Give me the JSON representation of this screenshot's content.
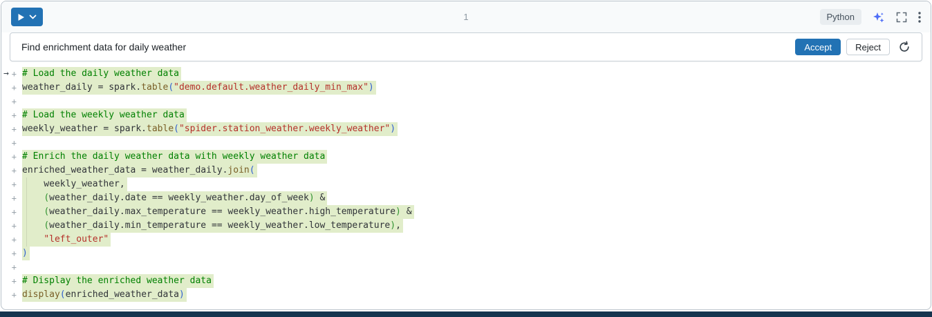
{
  "toolbar": {
    "cell_number": "1",
    "language": "Python"
  },
  "prompt": {
    "text": "Find enrichment data for daily weather",
    "accept_label": "Accept",
    "reject_label": "Reject"
  },
  "colors": {
    "accent_blue": "#2272b4",
    "assistant_sparkle_blue": "#4f6ef7",
    "diff_added_background": "#e1edca",
    "comment_green": "#008000",
    "string_red": "#b5302a",
    "function_brown": "#795e26",
    "bracket_level1_blue": "#3060d0",
    "bracket_level2_green": "#319331",
    "bottom_bar_navy": "#15344e"
  },
  "icons": {
    "run": "play-icon",
    "run_dropdown": "chevron-down-icon",
    "assistant": "sparkle-icon",
    "fullscreen": "expand-icon",
    "menu": "kebab-menu-icon",
    "regenerate": "refresh-icon"
  },
  "code": {
    "lines": [
      {
        "arrow": true,
        "marker": "+",
        "added": true,
        "tokens": [
          [
            "# Load the daily weather data",
            "comment"
          ]
        ]
      },
      {
        "arrow": false,
        "marker": "+",
        "added": true,
        "tokens": [
          [
            "weather_daily = spark.",
            "plain"
          ],
          [
            "table",
            "func"
          ],
          [
            "(",
            "paren1"
          ],
          [
            "\"demo.default.weather_daily_min_max\"",
            "string"
          ],
          [
            ")",
            "paren1"
          ]
        ]
      },
      {
        "arrow": false,
        "marker": "+",
        "added": false,
        "tokens": []
      },
      {
        "arrow": false,
        "marker": "+",
        "added": true,
        "tokens": [
          [
            "# Load the weekly weather data",
            "comment"
          ]
        ]
      },
      {
        "arrow": false,
        "marker": "+",
        "added": true,
        "tokens": [
          [
            "weekly_weather = spark.",
            "plain"
          ],
          [
            "table",
            "func"
          ],
          [
            "(",
            "paren1"
          ],
          [
            "\"spider.station_weather.weekly_weather\"",
            "string"
          ],
          [
            ")",
            "paren1"
          ]
        ]
      },
      {
        "arrow": false,
        "marker": "+",
        "added": false,
        "tokens": []
      },
      {
        "arrow": false,
        "marker": "+",
        "added": true,
        "tokens": [
          [
            "# Enrich the daily weather data with weekly weather data",
            "comment"
          ]
        ]
      },
      {
        "arrow": false,
        "marker": "+",
        "added": true,
        "tokens": [
          [
            "enriched_weather_data = weather_daily.",
            "plain"
          ],
          [
            "join",
            "func"
          ],
          [
            "(",
            "paren1"
          ]
        ]
      },
      {
        "arrow": false,
        "marker": "+",
        "added": true,
        "tokens": [
          [
            "    weekly_weather,",
            "plain"
          ]
        ]
      },
      {
        "arrow": false,
        "marker": "+",
        "added": true,
        "tokens": [
          [
            "    ",
            "plain"
          ],
          [
            "(",
            "paren2"
          ],
          [
            "weather_daily.date == weekly_weather.day_of_week",
            "plain"
          ],
          [
            ")",
            "paren2"
          ],
          [
            " &",
            "plain"
          ]
        ]
      },
      {
        "arrow": false,
        "marker": "+",
        "added": true,
        "tokens": [
          [
            "    ",
            "plain"
          ],
          [
            "(",
            "paren2"
          ],
          [
            "weather_daily.max_temperature == weekly_weather.high_temperature",
            "plain"
          ],
          [
            ")",
            "paren2"
          ],
          [
            " &",
            "plain"
          ]
        ]
      },
      {
        "arrow": false,
        "marker": "+",
        "added": true,
        "tokens": [
          [
            "    ",
            "plain"
          ],
          [
            "(",
            "paren2"
          ],
          [
            "weather_daily.min_temperature == weekly_weather.low_temperature",
            "plain"
          ],
          [
            ")",
            "paren2"
          ],
          [
            ",",
            "plain"
          ]
        ]
      },
      {
        "arrow": false,
        "marker": "+",
        "added": true,
        "tokens": [
          [
            "    ",
            "plain"
          ],
          [
            "\"left_outer\"",
            "string"
          ]
        ]
      },
      {
        "arrow": false,
        "marker": "+",
        "added": true,
        "tokens": [
          [
            ")",
            "paren1"
          ]
        ]
      },
      {
        "arrow": false,
        "marker": "+",
        "added": false,
        "tokens": []
      },
      {
        "arrow": false,
        "marker": "+",
        "added": true,
        "tokens": [
          [
            "# Display the enriched weather data",
            "comment"
          ]
        ]
      },
      {
        "arrow": false,
        "marker": "+",
        "added": true,
        "tokens": [
          [
            "display",
            "func"
          ],
          [
            "(",
            "paren1"
          ],
          [
            "enriched_weather_data",
            "plain"
          ],
          [
            ")",
            "paren1"
          ]
        ]
      }
    ]
  }
}
